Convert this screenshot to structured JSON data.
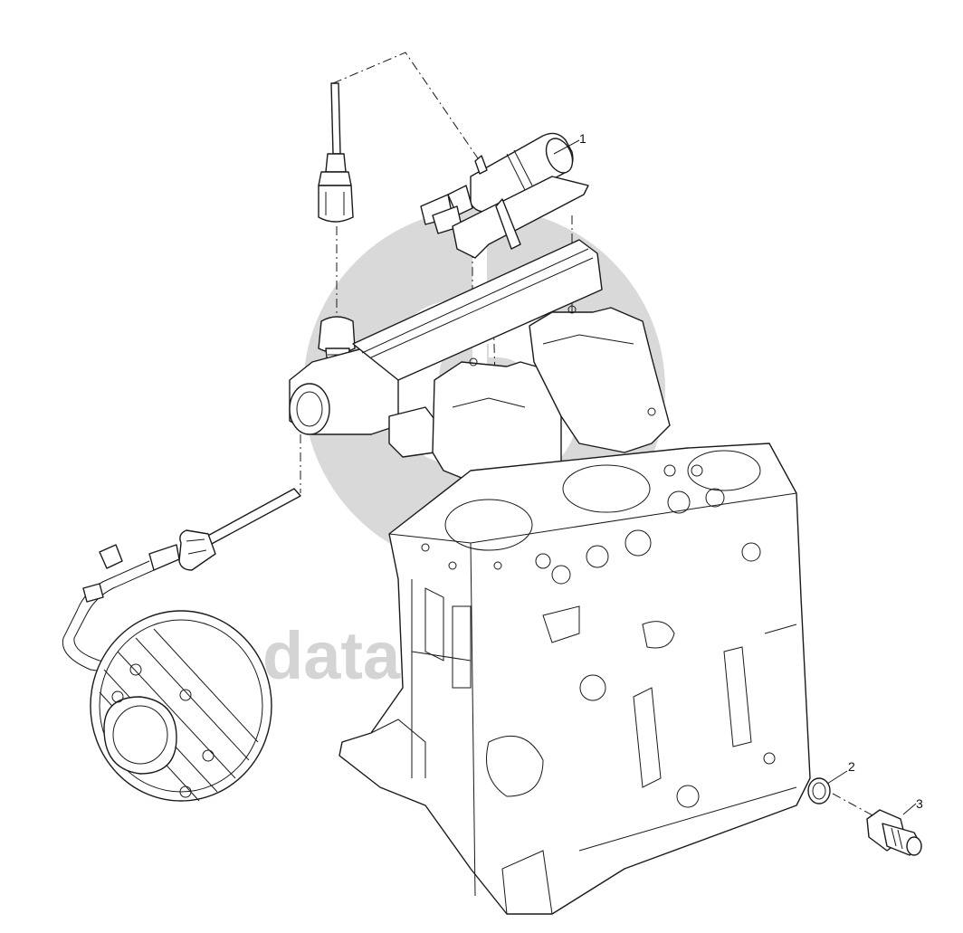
{
  "watermark": {
    "text": "datacraft",
    "color": "#d4d4d4"
  },
  "callouts": [
    {
      "label": "1"
    },
    {
      "label": "2"
    },
    {
      "label": "3"
    }
  ],
  "colors": {
    "line": "#1a1a1a",
    "background": "#ffffff",
    "watermark": "#d4d4d4"
  }
}
